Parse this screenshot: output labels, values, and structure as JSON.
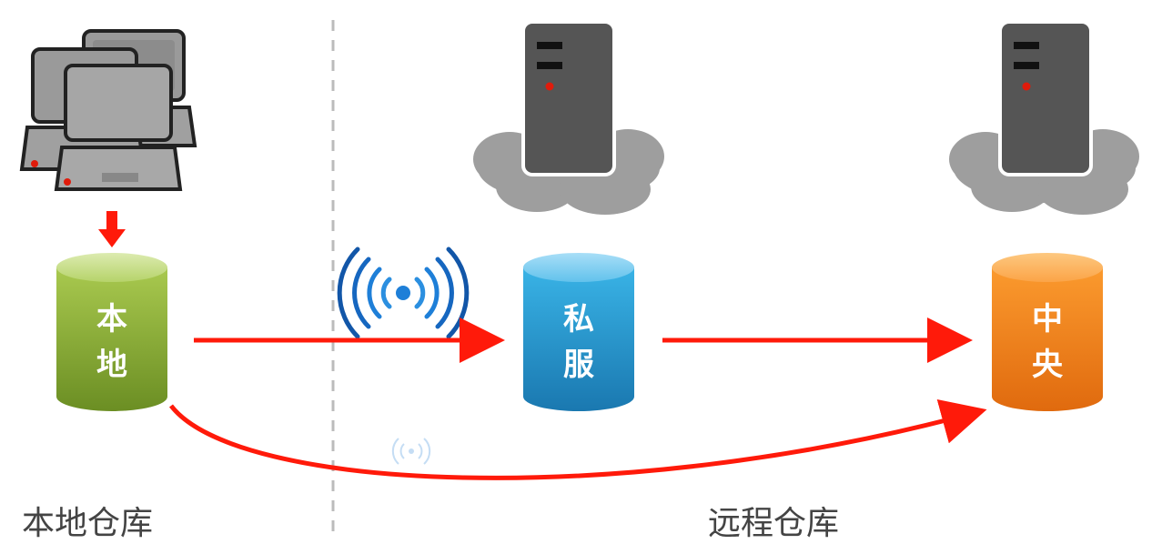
{
  "repos": {
    "local": {
      "char1": "本",
      "char2": "地"
    },
    "private": {
      "char1": "私",
      "char2": "服"
    },
    "central": {
      "char1": "中",
      "char2": "央"
    }
  },
  "captions": {
    "local": "本地仓库",
    "remote": "远程仓库"
  },
  "colors": {
    "arrow": "#ff1a0a",
    "local_cylinder": "#8fb43a",
    "private_cylinder": "#2a9fd6",
    "central_cylinder": "#f58a1f",
    "server": "#555555",
    "cloud": "#9e9e9e",
    "wifi": "#1e7fd8",
    "divider": "#bbbbbb"
  },
  "icons": [
    "computers-icon",
    "server-icon",
    "cloud-icon",
    "wifi-icon",
    "database-cylinder-icon"
  ]
}
